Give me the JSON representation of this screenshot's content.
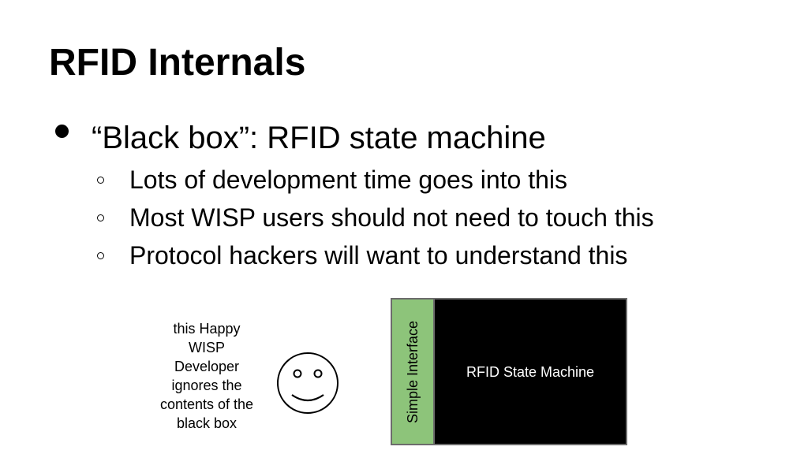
{
  "slide": {
    "title": "RFID Internals",
    "bullet": "“Black box”: RFID state machine",
    "sub_bullets": [
      "Lots of development time goes into this",
      "Most WISP users should not need to touch this",
      "Protocol hackers will want to understand this"
    ]
  },
  "diagram": {
    "caption_lines": [
      "this Happy",
      "WISP",
      "Developer",
      "ignores the",
      "contents of the",
      "black box"
    ],
    "interface_label": "Simple Interface",
    "state_machine_label": "RFID State Machine",
    "colors": {
      "interface_fill": "#8dc47a",
      "state_machine_fill": "#000000",
      "box_border": "#6c6c6c"
    },
    "icons": [
      "smiley-face-icon"
    ]
  }
}
